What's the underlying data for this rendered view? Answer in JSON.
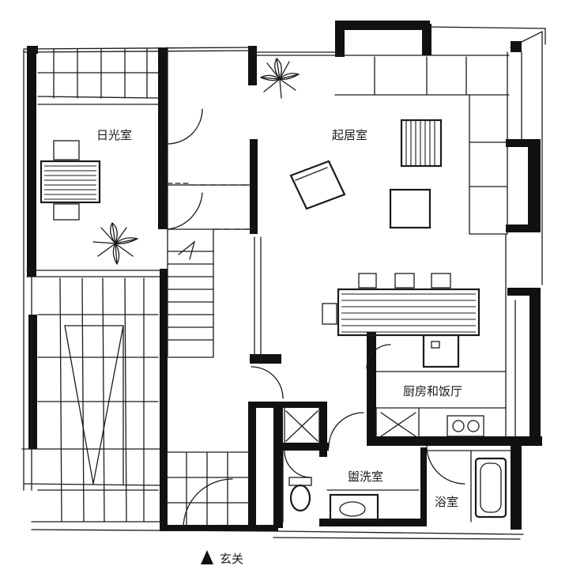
{
  "rooms": {
    "sunroom": "日光室",
    "living": "起居室",
    "kitchen_dining": "厨房和饭厅",
    "washroom": "盥洗室",
    "bathroom": "浴室",
    "entrance": "玄关"
  },
  "icons": {
    "entrance_arrow": "triangle-up-arrow",
    "plant": "potted-plant"
  }
}
